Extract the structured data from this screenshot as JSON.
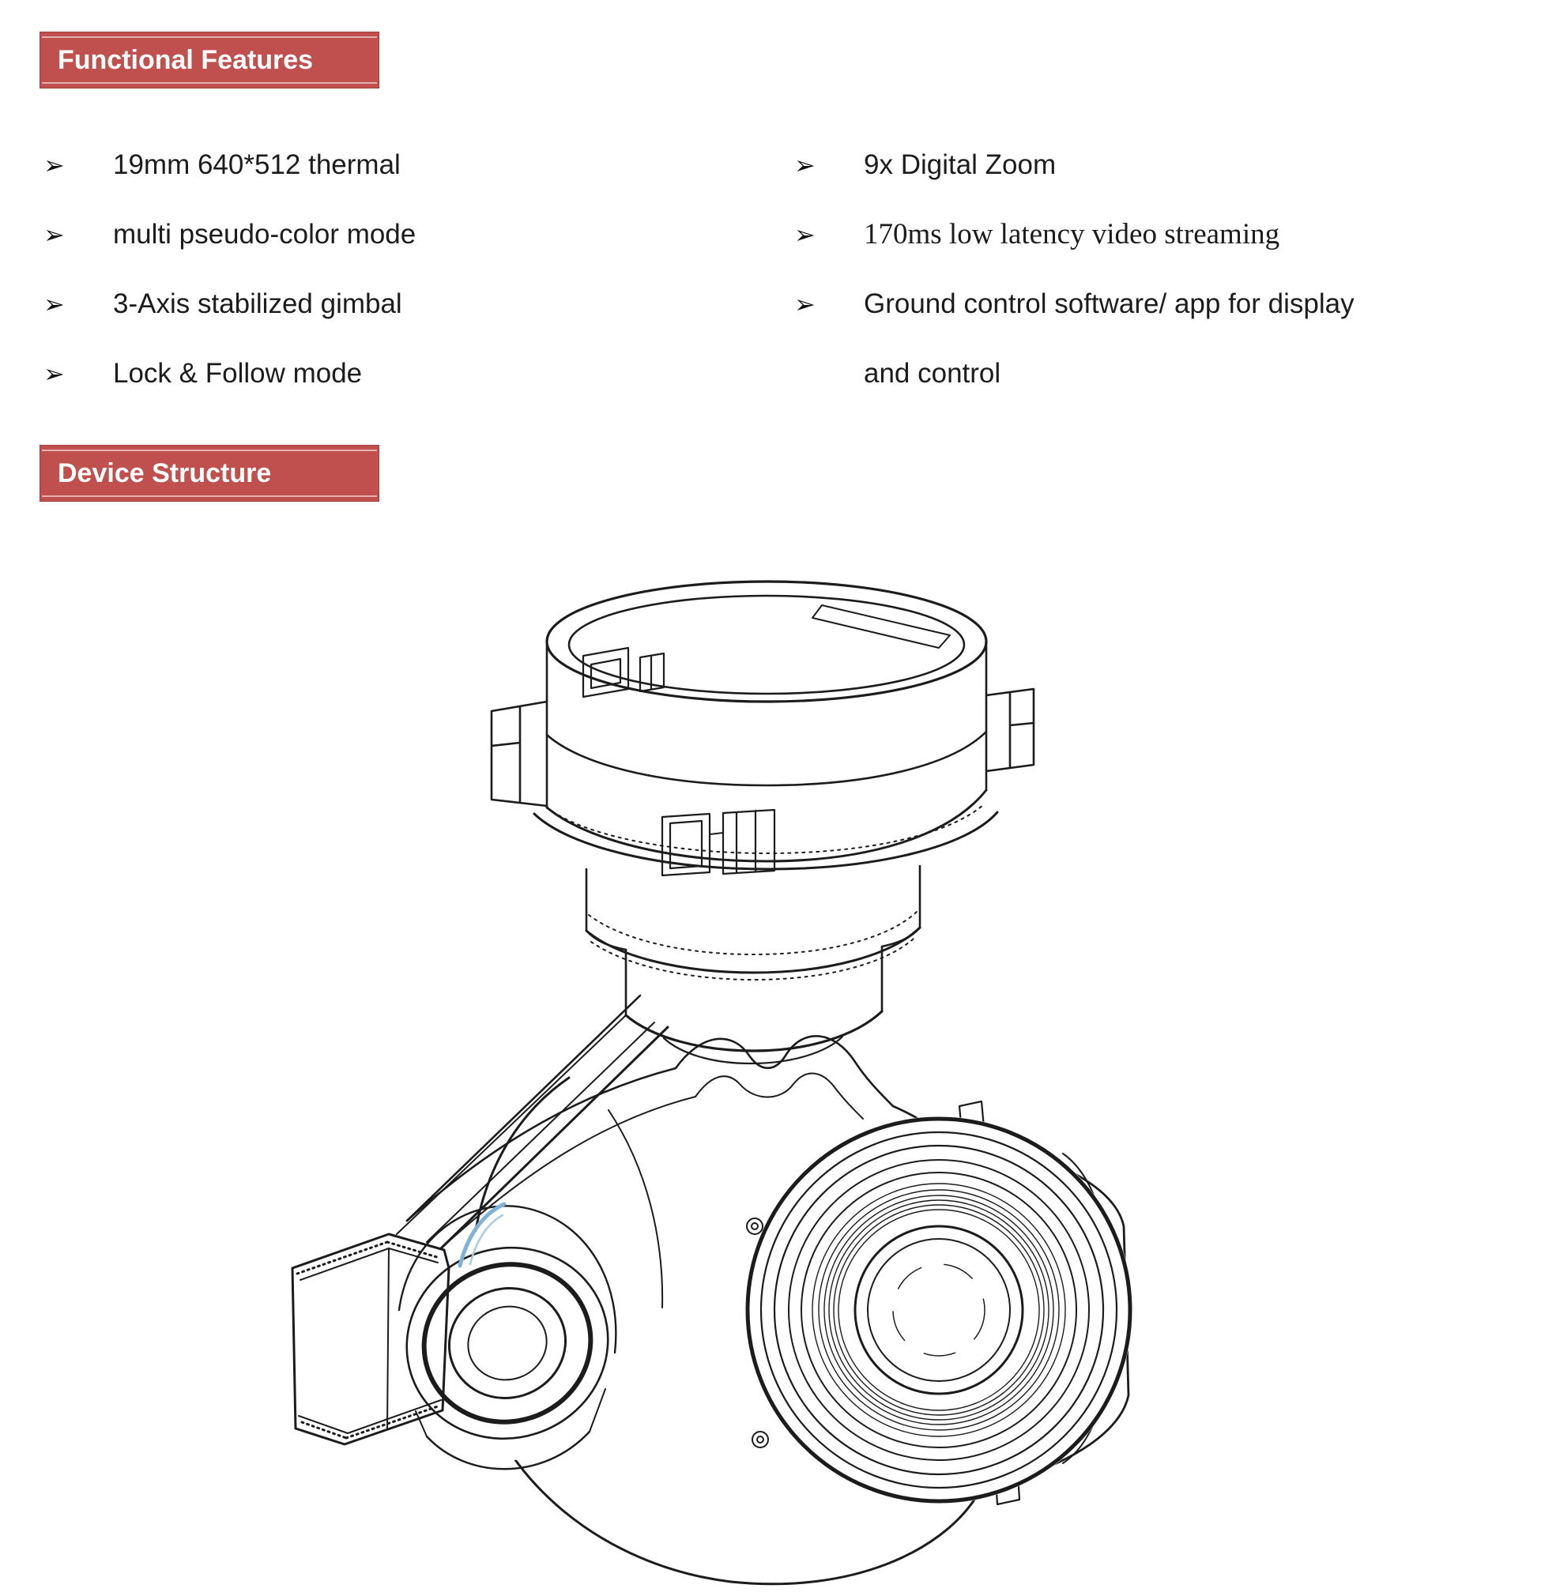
{
  "colors": {
    "header_bg": "#c0504d",
    "header_border": "#a23f3c",
    "header_text": "#ffffff",
    "body_text": "#1c1c1c",
    "line_art": "#1c1c1c",
    "accent_blue": "#7fb2d9"
  },
  "headers": {
    "functional_features": "Functional Features",
    "device_structure": "Device Structure"
  },
  "features": {
    "bullet_char": "➢",
    "left": [
      {
        "text": "19mm 640*512 thermal"
      },
      {
        "text": "multi pseudo-color mode"
      },
      {
        "text": "3-Axis stabilized gimbal"
      },
      {
        "text": "Lock & Follow mode"
      }
    ],
    "right": [
      {
        "text": "9x Digital Zoom"
      },
      {
        "text": "170ms low latency video streaming"
      },
      {
        "text": "Ground control software/ app for display and control"
      }
    ]
  },
  "drawing": {
    "description": "3-axis stabilized gimbal thermal camera, isometric line drawing"
  }
}
